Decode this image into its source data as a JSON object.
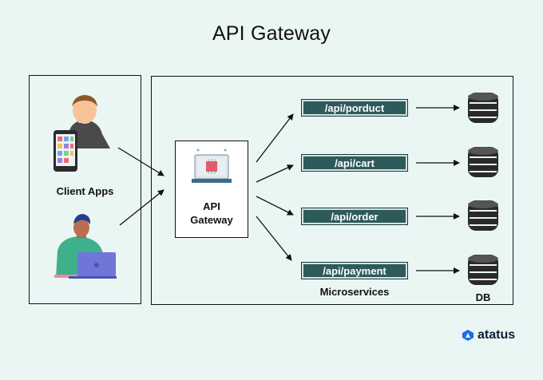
{
  "title": "API Gateway",
  "client_label": "Client Apps",
  "gateway": {
    "line1": "API",
    "line2": "Gateway"
  },
  "endpoints": [
    "/api/porduct",
    "/api/cart",
    "/api/order",
    "/api/payment"
  ],
  "microservices_label": "Microservices",
  "db_label": "DB",
  "brand": "atatus",
  "colors": {
    "background": "#eaf6f3",
    "endpoint": "#2f5a5c",
    "brand": "#0b1f3a"
  }
}
